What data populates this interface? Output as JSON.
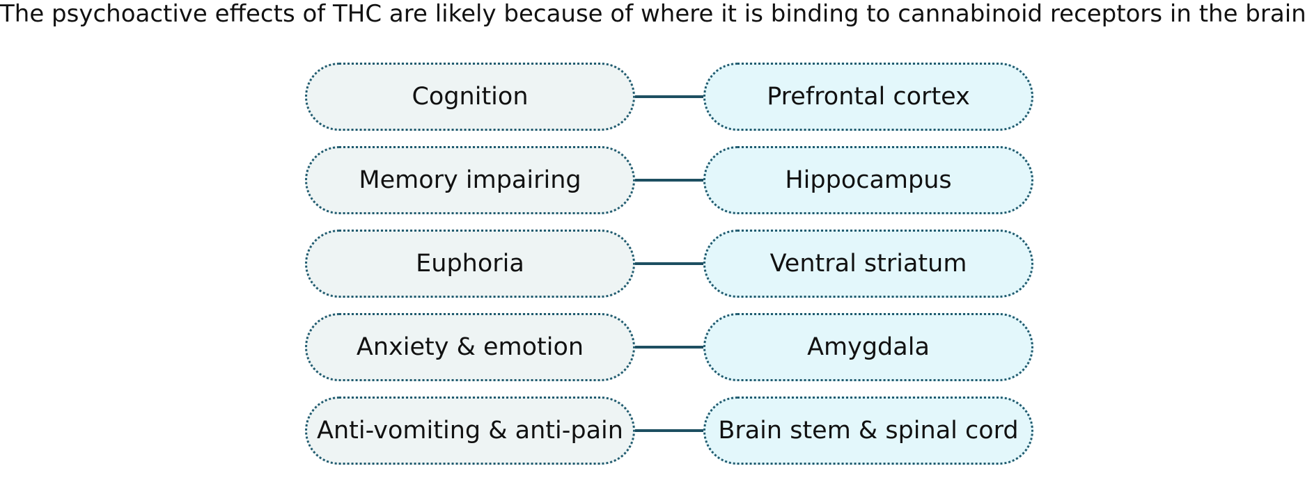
{
  "title": "The psychoactive effects of THC are likely because of where it is binding to cannabinoid receptors in the brain.",
  "pairs": [
    {
      "effect": "Cognition",
      "region": "Prefrontal cortex"
    },
    {
      "effect": "Memory impairing",
      "region": "Hippocampus"
    },
    {
      "effect": "Euphoria",
      "region": "Ventral striatum"
    },
    {
      "effect": "Anxiety & emotion",
      "region": "Amygdala"
    },
    {
      "effect": "Anti-vomiting & anti-pain",
      "region": "Brain stem & spinal cord"
    }
  ],
  "colors": {
    "effect_fill": "#eef4f4",
    "region_fill": "#e3f7fb",
    "border": "#1f5a6e",
    "connector": "#1d4f61"
  }
}
